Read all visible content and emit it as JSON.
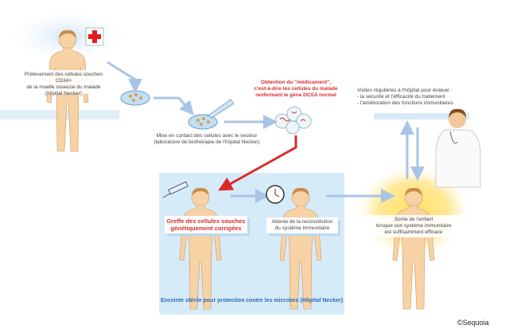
{
  "steps": {
    "collection": "Prélèvement des cellules souches CD34+ de la moelle osseuse du malade (hôpital Necker)",
    "collection_lines": [
      "Prélèvement des cellules souches CD34+",
      "de la moelle osseuse du malade",
      "(hôpital Necker)"
    ],
    "contact_lines": [
      "Mise en contact des cellules avec le vecteur",
      "(laboratoire de biothérapie de l'hôpital Necker)"
    ],
    "medicine_lines": [
      "Obtention du \"médicament\",",
      "c'est-à-dire les cellules du malade",
      "renfermant le gène DCSA normal"
    ],
    "visits_lines": [
      "Visites régulières à l'hôpital pour évaluer :",
      "- la sécurité et l'éfficacité du traitement",
      "- l'amélioration des fonctions immunitaires"
    ],
    "graft_lines": [
      "Greffe des cellules souches",
      "génétiquement corrigées"
    ],
    "wait_lines": [
      "Attente de la reconstitution",
      "du système immunitaire"
    ],
    "exit_lines": [
      "Sortie de l'enfant",
      "lorsque son système immunitaire",
      "est suffisamment efficace"
    ],
    "sterile_zone": "Enceinte stérile pour protection contre les microbes (Hôpital Necker)"
  },
  "copyright": "©Sequoia",
  "colors": {
    "accent_red": "#d92b2b",
    "sterile_bg": "#d6ebf8",
    "sterile_text": "#2a6fb5",
    "arrow": "#a9c4e6",
    "skin": "#f7d2a4"
  }
}
